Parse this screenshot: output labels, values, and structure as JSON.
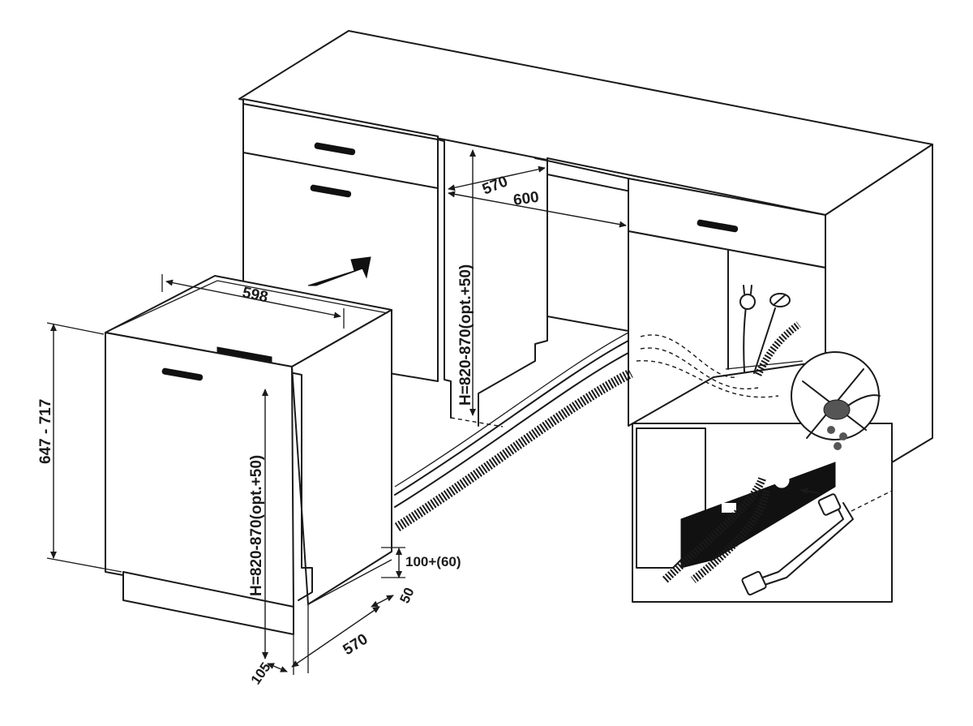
{
  "diagram": {
    "colors": {
      "line": "#1a1a1a",
      "fill": "#ffffff",
      "accent": "#111111",
      "water": "#555555"
    },
    "dimensions": {
      "top_width": "598",
      "side_height": "647 - 717",
      "front_height": "H=820-870(opt.+50)",
      "niche_height": "H=820-870(opt.+50)",
      "niche_depth": "570",
      "niche_width": "600",
      "plinth_height": "100+(60)",
      "plinth_gap": "50",
      "base_depth": "570",
      "base_offset": "105"
    },
    "icons": [
      "push-arrow-icon",
      "power-plug-icon",
      "water-tap-icon",
      "drain-hose-icon",
      "leak-warning-icon",
      "water-drop-icon",
      "inlet-arrow-icon",
      "hose-nut-icon"
    ]
  }
}
